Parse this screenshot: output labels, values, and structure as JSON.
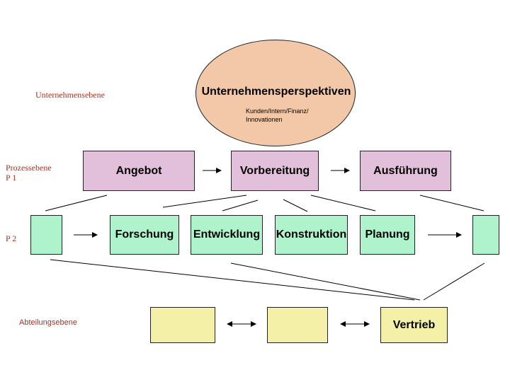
{
  "levels": {
    "unternehmen": "Unternehmensebene",
    "prozess_l1": "Prozessebene",
    "prozess_l2": "P 1",
    "p2": "P 2",
    "abteilung": "Abteilungsebene"
  },
  "top": {
    "title": "Unternehmensperspektiven",
    "subtitle_l1": "Kunden/Intern/Finanz/",
    "subtitle_l2": "Innovationen"
  },
  "p1_boxes": [
    "Angebot",
    "Vorbereitung",
    "Ausführung"
  ],
  "p2_boxes": [
    "",
    "Forschung",
    "Entwicklung",
    "Konstruktion",
    "Planung",
    ""
  ],
  "dept_boxes": [
    "",
    "",
    "Vertrieb"
  ],
  "colors": {
    "ellipse": "#f3c8a8",
    "p1": "#e2c0dc",
    "p2": "#aef3cc",
    "dept": "#f5f0a8",
    "label_red": "#b03020"
  }
}
